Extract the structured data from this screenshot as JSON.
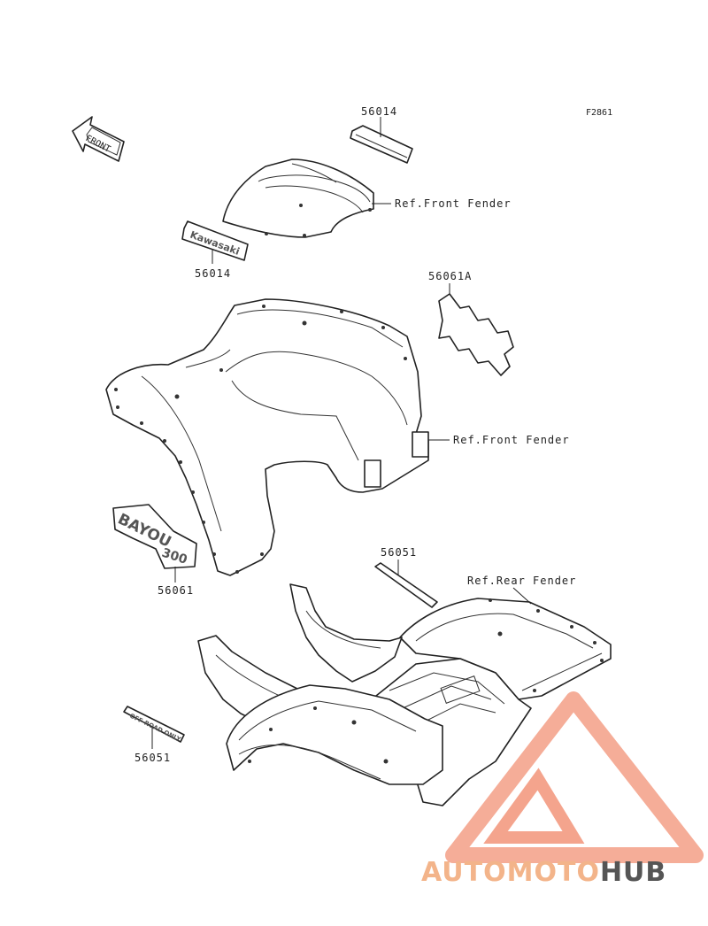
{
  "diagram": {
    "figure_code": "F2861",
    "front_arrow_label": "FRONT",
    "callouts": [
      {
        "id": "c1",
        "text": "56014"
      },
      {
        "id": "c2",
        "text": "56014"
      },
      {
        "id": "c3",
        "text": "56061A"
      },
      {
        "id": "c4",
        "text": "56061"
      },
      {
        "id": "c5",
        "text": "56051"
      },
      {
        "id": "c6",
        "text": "56051"
      }
    ],
    "references": [
      {
        "id": "r1",
        "text": "Ref.Front Fender"
      },
      {
        "id": "r2",
        "text": "Ref.Front Fender"
      },
      {
        "id": "r3",
        "text": "Ref.Rear Fender"
      }
    ],
    "decals": {
      "kawasaki": "Kawasaki",
      "bayou": "BAYOU",
      "model": "300",
      "strip": "OFF-ROAD ONLY"
    }
  },
  "watermark": {
    "part1": "AUTOMOTO",
    "part2": "HUB",
    "color_primary": "#f4a48d",
    "color_secondary": "#555555",
    "accent": "#f3b48a"
  }
}
